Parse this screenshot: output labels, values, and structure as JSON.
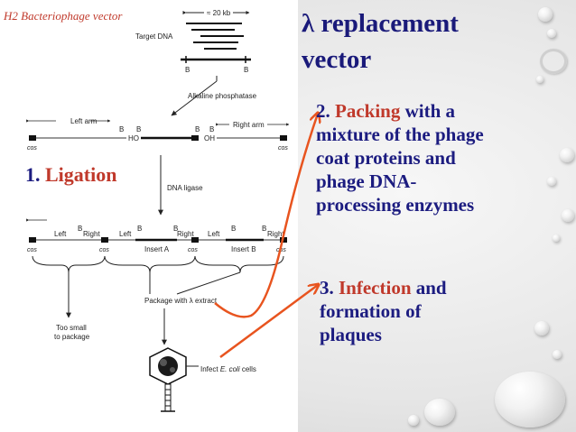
{
  "slide": {
    "title_line1": "λ replacement",
    "title_line2": "vector",
    "caption": "H2 Bacteriophage vector",
    "ligation": {
      "number": "1.",
      "label": "Ligation"
    },
    "step2": {
      "number": "2.",
      "highlight": "Packing",
      "line1_rest": "with a",
      "line2": "mixture of the phage",
      "line3": "coat proteins and",
      "line4": "phage DNA-",
      "line5": "processing enzymes"
    },
    "step3": {
      "number": "3.",
      "highlight": "Infection",
      "line1_rest": "and",
      "line2": "formation of",
      "line3": "plaques"
    },
    "colors": {
      "title": "#1a1a7a",
      "highlight": "#c0392b",
      "arrow": "#e8541f"
    }
  },
  "diagram": {
    "size_label": "≈ 20 kb",
    "target_dna": "Target DNA",
    "b": "B",
    "alkaline_phosphatase": "Alkaline phosphatase",
    "left_arm": "Left arm",
    "right_arm": "Right arm",
    "cos": "cos",
    "ho": "HO",
    "oh": "OH",
    "dna_ligase": "DNA ligase",
    "left": "Left",
    "right": "Right",
    "insert_a": "Insert A",
    "insert_b": "Insert B",
    "package": "Package with λ extract",
    "too_small": "Too small",
    "to_package": "to package",
    "infect_prefix": "Infect",
    "infect_italic": "E. coli",
    "infect_suffix": "cells"
  }
}
